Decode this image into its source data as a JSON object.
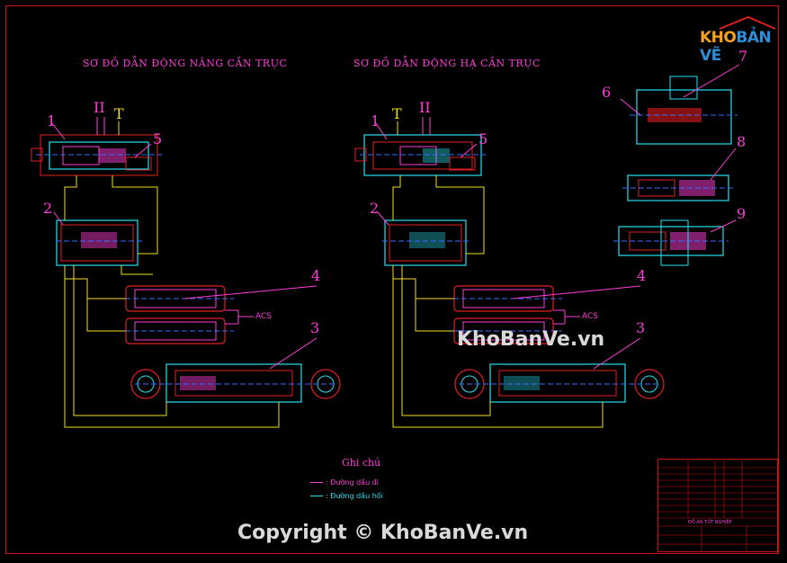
{
  "titles": {
    "left": "SƠ ĐỒ DẪN ĐỘNG NÂNG CẦN TRỤC",
    "right": "SƠ ĐỒ DẪN ĐỘNG HẠ CẦN TRỤC"
  },
  "left_labels": {
    "n1": "1",
    "n2": "2",
    "n3": "3",
    "n4": "4",
    "n5": "5",
    "t": "T",
    "ii": "II",
    "acs": "ACS"
  },
  "right_labels": {
    "n1": "1",
    "n2": "2",
    "n3": "3",
    "n4": "4",
    "n5": "5",
    "t": "T",
    "ii": "II",
    "acs": "ACS"
  },
  "detail_labels": {
    "n6": "6",
    "n7": "7",
    "n8": "8",
    "n9": "9"
  },
  "legend": {
    "title": "Ghi chú",
    "items": [
      {
        "text": ": Đường dầu đi",
        "color": "#ff3ed8"
      },
      {
        "text": ": Đường dầu hồi",
        "color": "#29e0f0"
      }
    ]
  },
  "title_block": {
    "heading": "ĐỒ ÁN TỐT NGHIỆP"
  },
  "watermarks": {
    "center": "KhoBanVe.vn",
    "bottom": "Copyright © KhoBanVe.vn"
  },
  "logo": {
    "part1": "KHO",
    "part2": "BẢN VẼ"
  },
  "colors": {
    "background": "#000000",
    "frame": "#d01010",
    "magenta": "#ff3ed8",
    "cyan": "#29e0f0",
    "red": "#e02020",
    "yellow": "#f0e020"
  }
}
